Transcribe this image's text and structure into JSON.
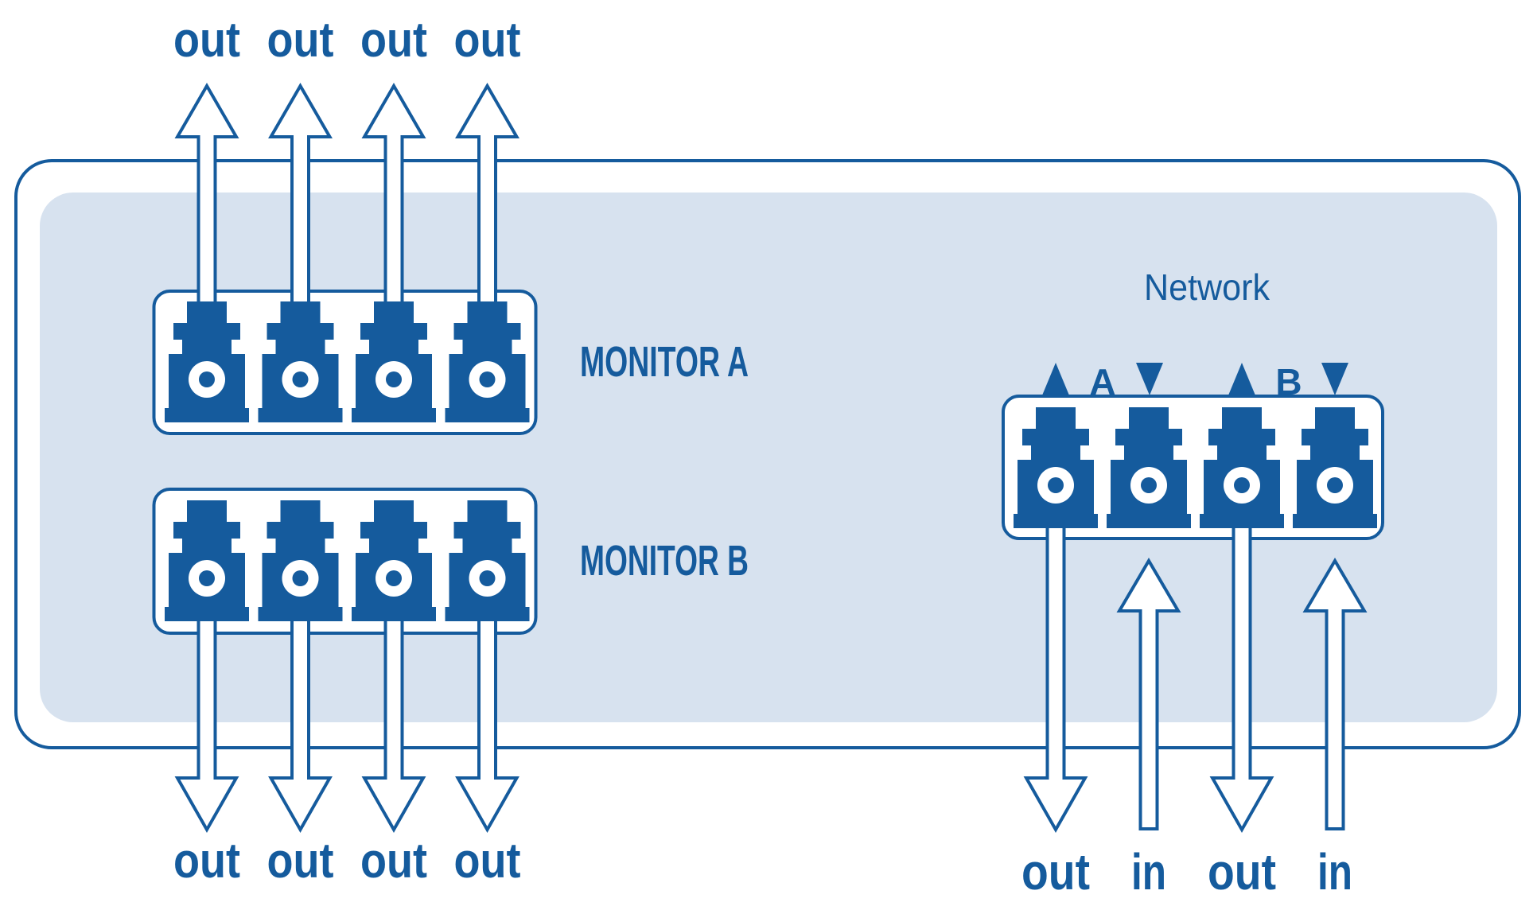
{
  "colors": {
    "blue": "#155B9D",
    "panel": "#D7E2EF",
    "white": "#FFFFFF"
  },
  "device": {
    "monitor_a": {
      "label": "MONITOR A",
      "ports": 4,
      "arrow_direction": "up",
      "arrow_labels": [
        "out",
        "out",
        "out",
        "out"
      ]
    },
    "monitor_b": {
      "label": "MONITOR B",
      "ports": 4,
      "arrow_direction": "down",
      "arrow_labels": [
        "out",
        "out",
        "out",
        "out"
      ]
    },
    "network": {
      "label": "Network",
      "ports": 4,
      "group_a_label": "A",
      "group_b_label": "B",
      "arrow_labels": [
        "out",
        "in",
        "out",
        "in"
      ]
    }
  }
}
